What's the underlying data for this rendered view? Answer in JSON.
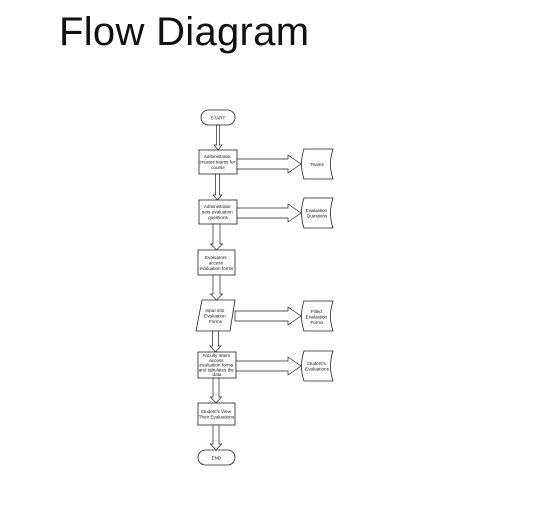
{
  "slide": {
    "title": "Flow Diagram"
  },
  "diagram": {
    "nodes": {
      "start": "START",
      "step1": [
        "Administrator",
        "creates teams for",
        "course"
      ],
      "step2": [
        "Administrator",
        "sets evaluation",
        "questions"
      ],
      "step3": [
        "Evaluators",
        "access",
        "evaluation forms"
      ],
      "step4": [
        "Input into",
        "Evaluation",
        "Forms"
      ],
      "step5": [
        "Faculty Intern",
        "access",
        "evaluation forms",
        "and tabulates the",
        "data"
      ],
      "step6": [
        "Student's View",
        "Their Evaluations"
      ],
      "end": "END",
      "out1": [
        "Teams"
      ],
      "out2": [
        "Evaluation",
        "Questions"
      ],
      "out3": [
        "Filled",
        "Evaluation",
        "Forms"
      ],
      "out4": [
        "Student's",
        "Evaluations"
      ]
    }
  }
}
